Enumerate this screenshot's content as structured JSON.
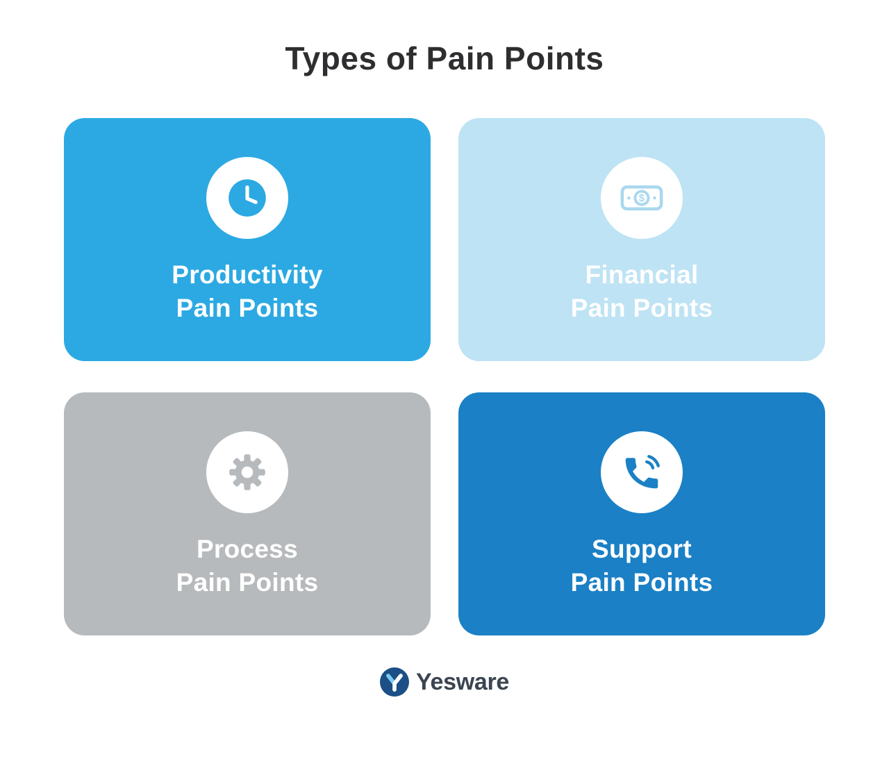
{
  "title": "Types of Pain Points",
  "title_color": "#2e2e30",
  "cards": [
    {
      "id": "productivity",
      "line1": "Productivity",
      "line2": "Pain Points",
      "icon": "clock-icon",
      "bg": "#2CA9E2",
      "text_color": "#FFFFFF",
      "icon_color": "#2CA9E2"
    },
    {
      "id": "financial",
      "line1": "Financial",
      "line2": "Pain Points",
      "icon": "money-icon",
      "icon_symbol": "$",
      "bg": "#BEE3F4",
      "text_color": "#FFFFFF",
      "icon_color": "#A9D8EF"
    },
    {
      "id": "process",
      "line1": "Process",
      "line2": "Pain Points",
      "icon": "gear-icon",
      "bg": "#B7BABC",
      "text_color": "#FFFFFF",
      "icon_color": "#B7BABC"
    },
    {
      "id": "support",
      "line1": "Support",
      "line2": "Pain Points",
      "icon": "phone-icon",
      "bg": "#1B80C5",
      "text_color": "#FFFFFF",
      "icon_color": "#1B80C5"
    }
  ],
  "footer": {
    "brand": "Yesware",
    "brand_color": "#3A4550",
    "logo_circle_color": "#1B4F86",
    "logo_accent_color": "#7CCBF0"
  }
}
